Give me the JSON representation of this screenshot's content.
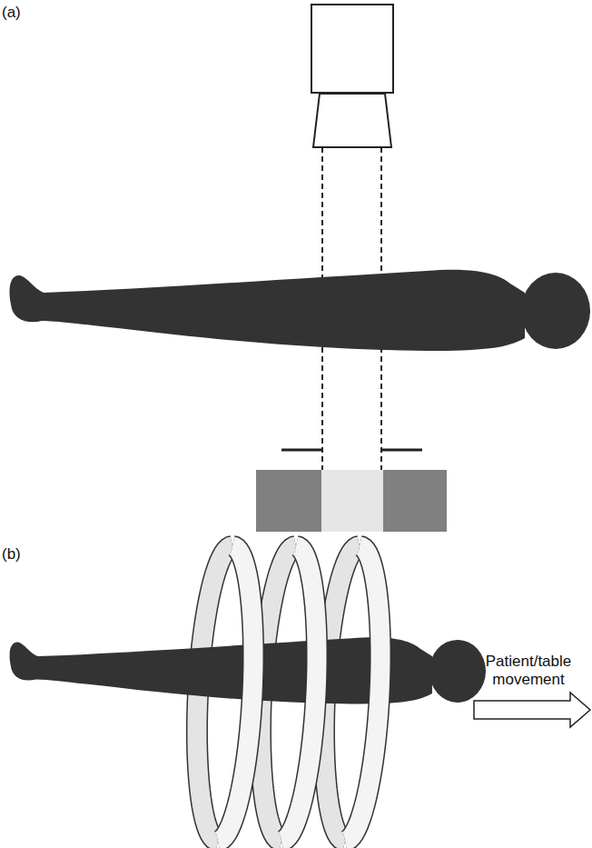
{
  "diagram": {
    "labels": [
      "(a)",
      "(b)",
      "Patient/table movement"
    ]
  }
}
